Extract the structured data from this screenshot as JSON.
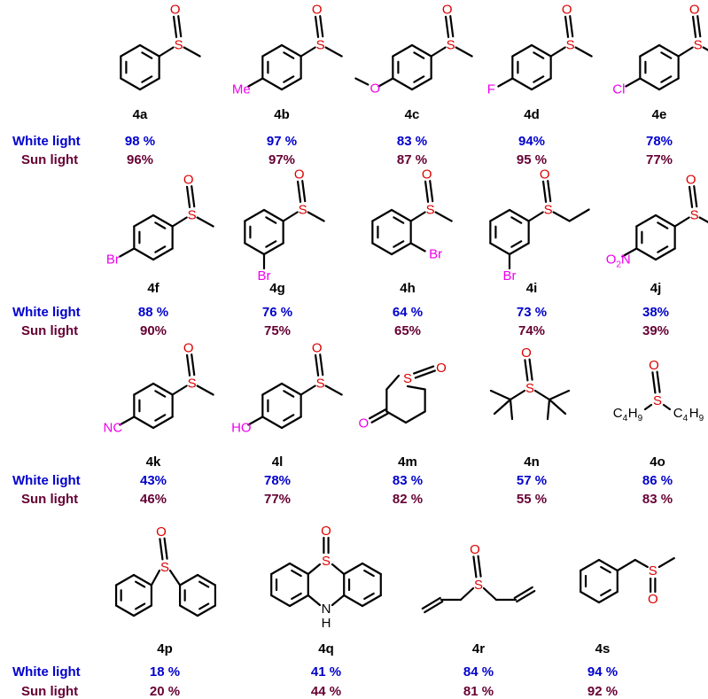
{
  "colors": {
    "white_light": "#0000cc",
    "sun_light": "#660033",
    "oxygen": "#dd0000",
    "sulfur": "#dd0000",
    "substituent": "#ee00ee",
    "bond": "#000000"
  },
  "row_labels": {
    "white": "White light",
    "sun": "Sun light"
  },
  "atoms": {
    "S": "S",
    "O": "O",
    "N": "N",
    "H": "H",
    "Me": "Me",
    "F": "F",
    "Cl": "Cl",
    "Br": "Br",
    "NC": "NC",
    "HO": "HO",
    "C": "C",
    "four": "4",
    "nine": "9",
    "two": "2"
  },
  "compounds": [
    {
      "id": "4a",
      "white": "98 %",
      "sun": "96%"
    },
    {
      "id": "4b",
      "white": "97 %",
      "sun": "97%"
    },
    {
      "id": "4c",
      "white": "83 %",
      "sun": "87 %"
    },
    {
      "id": "4d",
      "white": "94%",
      "sun": "95 %"
    },
    {
      "id": "4e",
      "white": "78%",
      "sun": "77%"
    },
    {
      "id": "4f",
      "white": "88 %",
      "sun": "90%"
    },
    {
      "id": "4g",
      "white": "76 %",
      "sun": "75%"
    },
    {
      "id": "4h",
      "white": "64 %",
      "sun": "65%"
    },
    {
      "id": "4i",
      "white": "73 %",
      "sun": "74%"
    },
    {
      "id": "4j",
      "white": "38%",
      "sun": "39%"
    },
    {
      "id": "4k",
      "white": "43%",
      "sun": "46%"
    },
    {
      "id": "4l",
      "white": "78%",
      "sun": "77%"
    },
    {
      "id": "4m",
      "white": "83 %",
      "sun": "82 %"
    },
    {
      "id": "4n",
      "white": "57 %",
      "sun": "55 %"
    },
    {
      "id": "4o",
      "white": "86 %",
      "sun": "83 %"
    },
    {
      "id": "4p",
      "white": "18 %",
      "sun": "20 %"
    },
    {
      "id": "4q",
      "white": "41 %",
      "sun": "44 %"
    },
    {
      "id": "4r",
      "white": "84 %",
      "sun": "81 %"
    },
    {
      "id": "4s",
      "white": "94 %",
      "sun": "92 %"
    }
  ]
}
